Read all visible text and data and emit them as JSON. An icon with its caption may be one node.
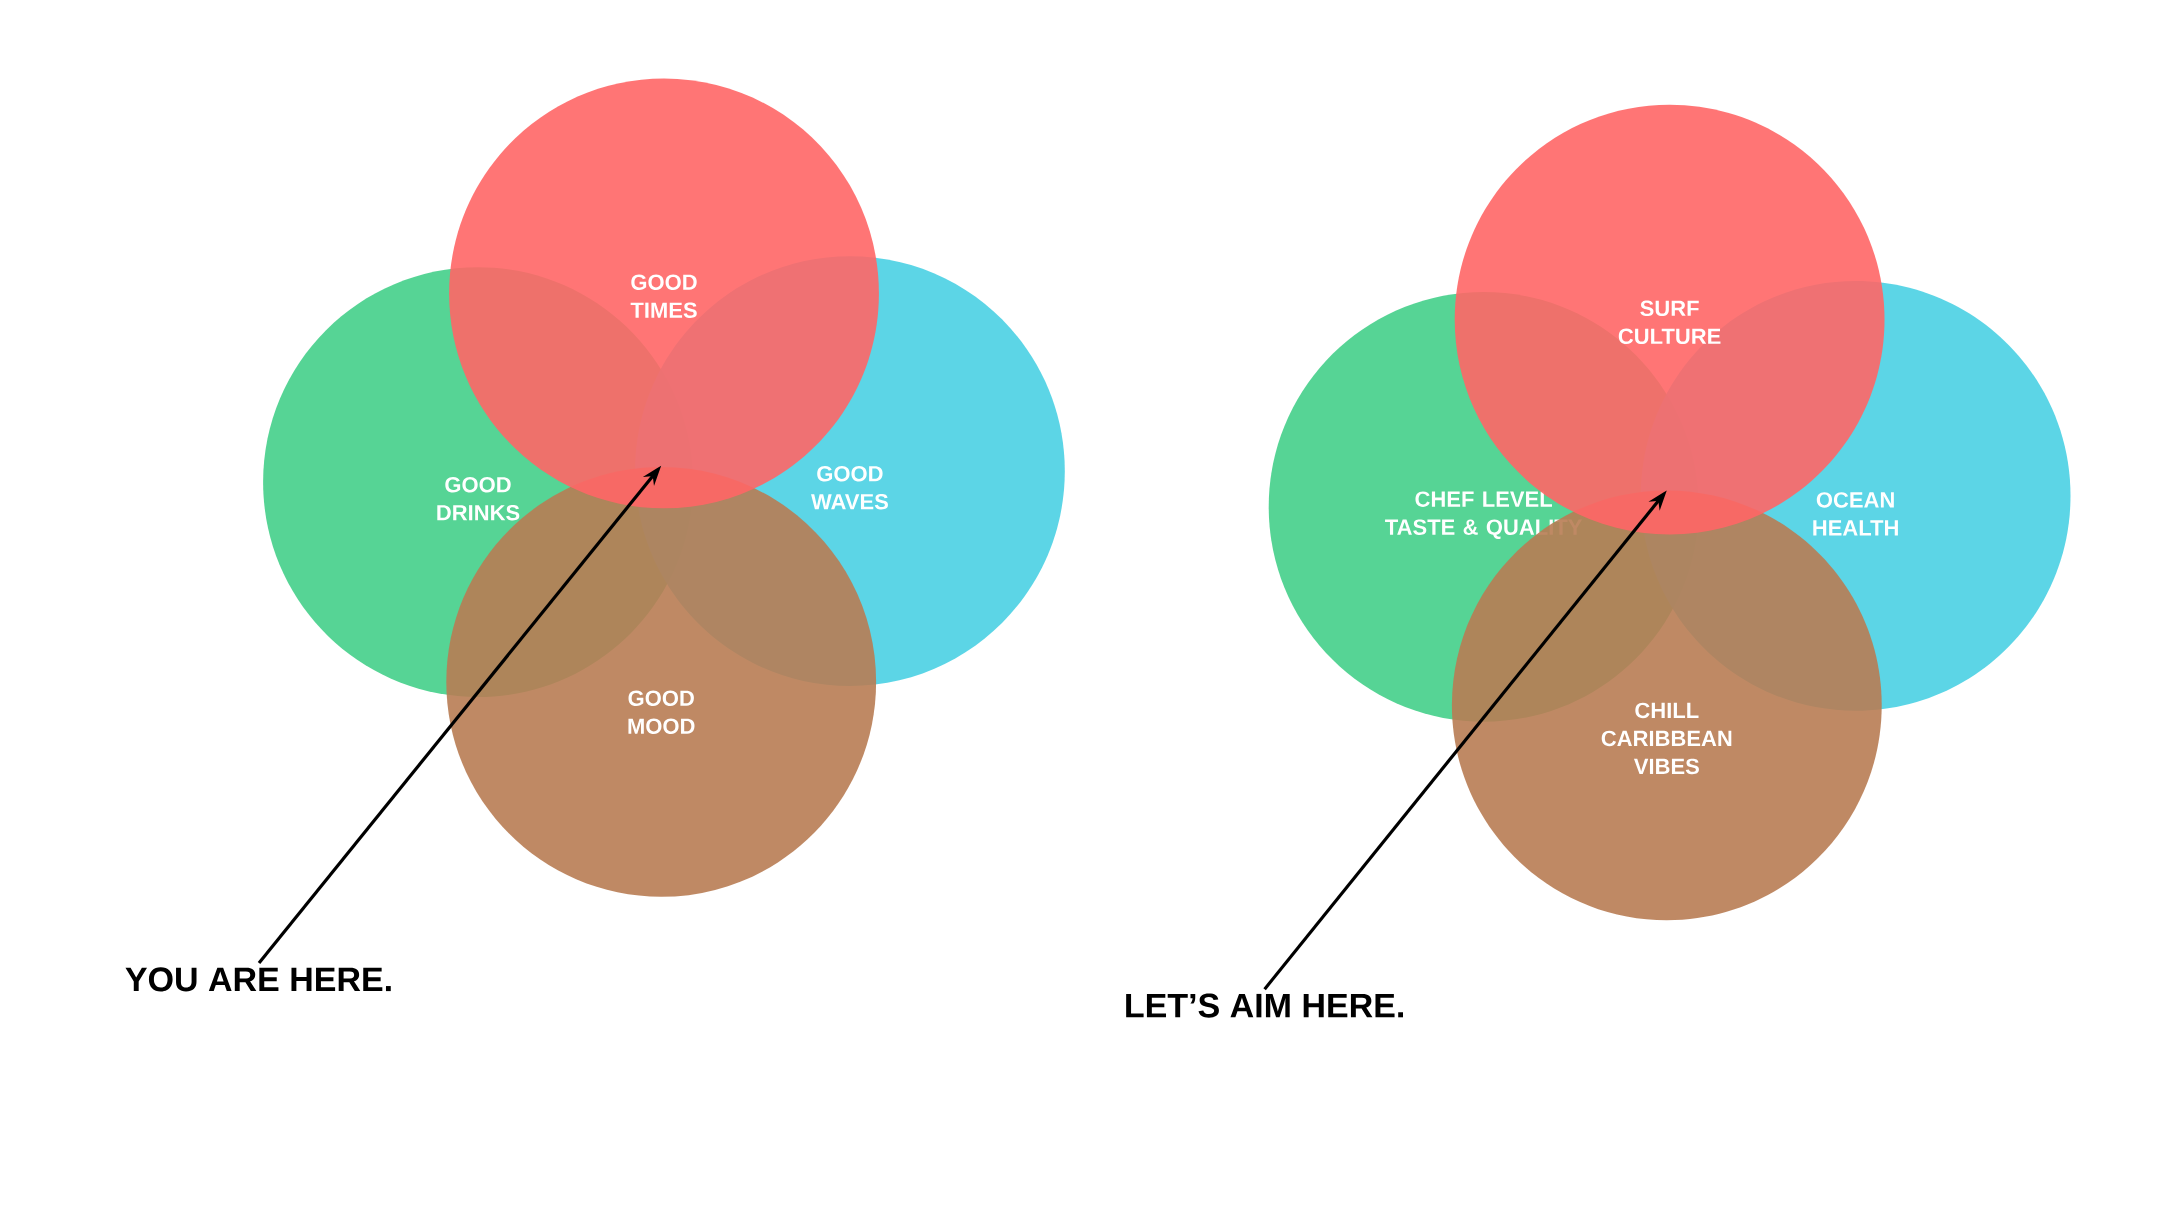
{
  "diagram": {
    "nodes": [
      {
        "text": [
          "GOOD DRINKS"
        ]
      },
      {
        "text": [
          "GOOD WAVES"
        ]
      },
      {
        "text": [
          "GOOD MOOD"
        ]
      },
      {
        "text": [
          "GOOD TIMES"
        ]
      },
      {
        "text": [
          "YOU ARE HERE."
        ]
      },
      {
        "text": [
          "CHEF LEVEL TASTE & QUALITY"
        ]
      },
      {
        "text": [
          "OCEAN HEALTH"
        ]
      },
      {
        "text": [
          "CHILL CARIBBEAN VIBES"
        ]
      },
      {
        "text": [
          "SURF CULTURE"
        ]
      },
      {
        "text": [
          "LET’S AIM HERE."
        ]
      }
    ],
    "edges": [
      {
        "from": 4,
        "to": 3,
        "arrow": "to"
      },
      {
        "from": 9,
        "to": 8,
        "arrow": "to"
      }
    ]
  }
}
